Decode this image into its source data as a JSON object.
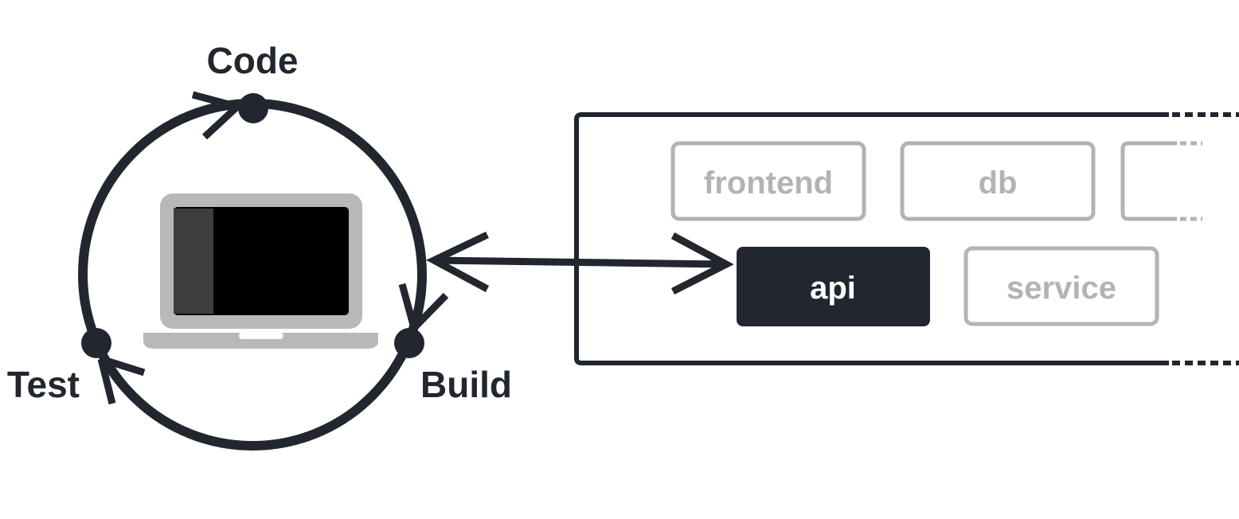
{
  "loop": {
    "code_label": "Code",
    "build_label": "Build",
    "test_label": "Test"
  },
  "services": {
    "frontend": "frontend",
    "db": "db",
    "api": "api",
    "service": "service"
  },
  "colors": {
    "ink": "#22262e",
    "muted": "#b3b3b3",
    "active_fill": "#22262e",
    "active_text": "#ffffff",
    "laptop_body": "#b8b8b8",
    "laptop_screen": "#000000",
    "laptop_glare": "#3d3d3d"
  }
}
